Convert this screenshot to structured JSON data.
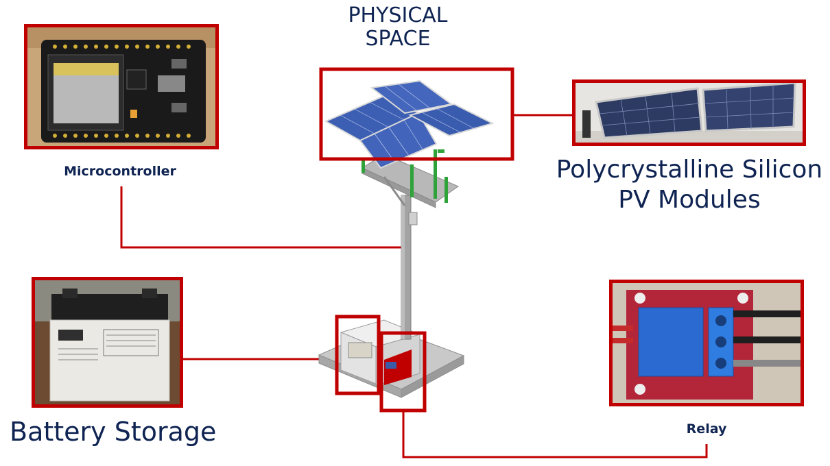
{
  "title": {
    "line1": "PHYSICAL",
    "line2": "SPACE"
  },
  "components": {
    "microcontroller": {
      "label": "Microcontroller"
    },
    "pv_modules": {
      "line1": "Polycrystalline Silicon",
      "line2": "PV Modules"
    },
    "battery": {
      "label": "Battery Storage"
    },
    "relay": {
      "label": "Relay"
    }
  },
  "colors": {
    "accent": "#c00000",
    "text": "#0f2452"
  }
}
